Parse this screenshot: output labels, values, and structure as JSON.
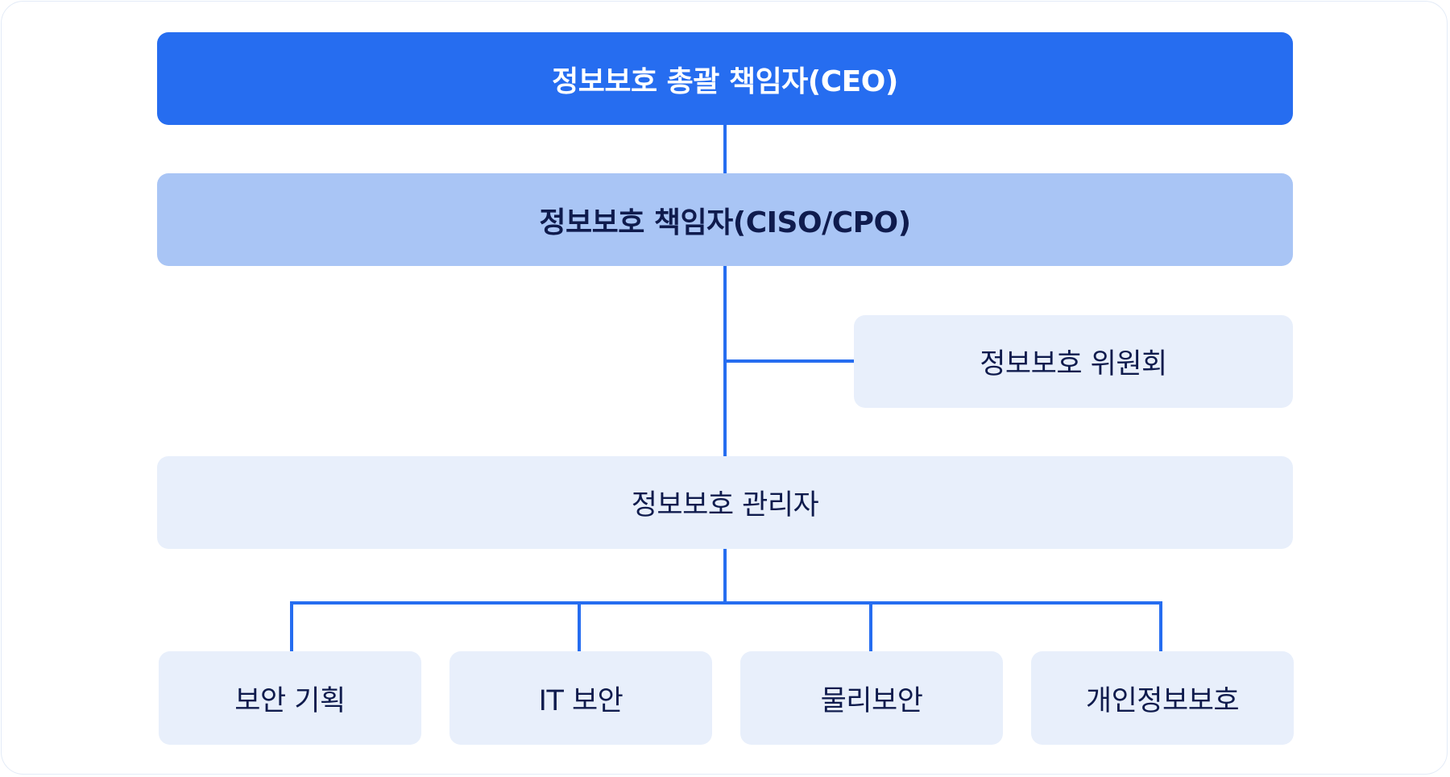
{
  "diagram": {
    "colors": {
      "accent": "#266df0",
      "accent_text": "#ffffff",
      "secondary_fill": "#a9c5f5",
      "light_fill": "#e8effb",
      "dark_text": "#0f1b4d",
      "connector": "#266df0"
    },
    "nodes": {
      "ceo": "정보보호 총괄 책임자(CEO)",
      "ciso": "정보보호 책임자(CISO/CPO)",
      "committee": "정보보호 위원회",
      "manager": "정보보호 관리자",
      "teams": [
        "보안 기획",
        "IT 보안",
        "물리보안",
        "개인정보보호"
      ]
    }
  }
}
